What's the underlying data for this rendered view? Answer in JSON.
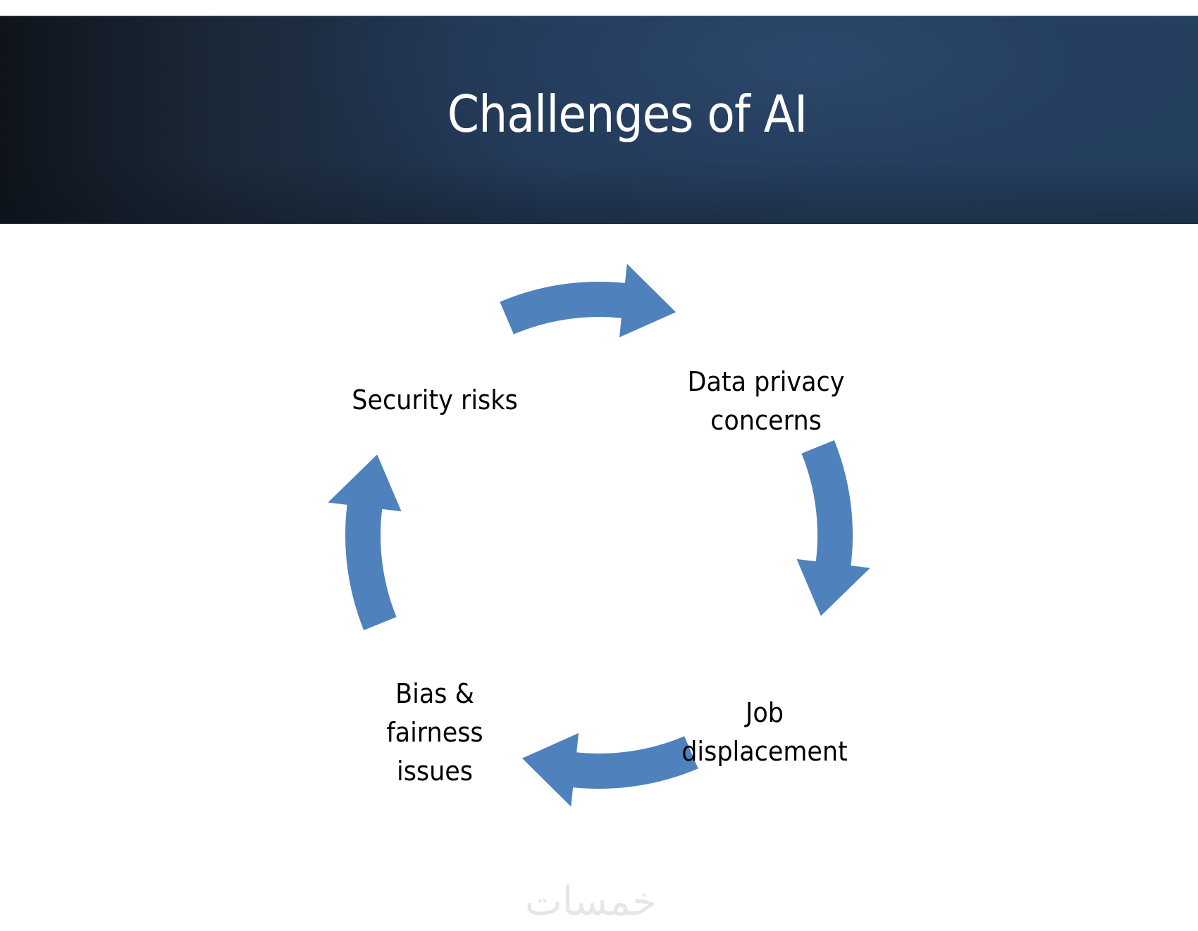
{
  "slide": {
    "title": "Challenges of AI",
    "header_colors": {
      "dark": "#0f141b",
      "mid": "#233a58",
      "light": "#2c4a6c"
    },
    "title_color": "#ffffff"
  },
  "cycle": {
    "arrow_color": "#4f81bd",
    "text_color": "#000000",
    "direction": "clockwise",
    "nodes": [
      {
        "lines": [
          "Data privacy",
          "concerns"
        ],
        "position": "top-right"
      },
      {
        "lines": [
          "Job",
          "displacement"
        ],
        "position": "bottom-right"
      },
      {
        "lines": [
          "Bias &",
          "fairness",
          "issues"
        ],
        "position": "bottom-left"
      },
      {
        "lines": [
          "Security risks"
        ],
        "position": "top-left"
      }
    ],
    "arrows": [
      {
        "from": "Security risks",
        "to": "Data privacy concerns"
      },
      {
        "from": "Data privacy concerns",
        "to": "Job displacement"
      },
      {
        "from": "Job displacement",
        "to": "Bias & fairness issues"
      },
      {
        "from": "Bias & fairness issues",
        "to": "Security risks"
      }
    ]
  },
  "watermark": {
    "text": "خمسات",
    "icon": "khamsat-logo-icon"
  }
}
